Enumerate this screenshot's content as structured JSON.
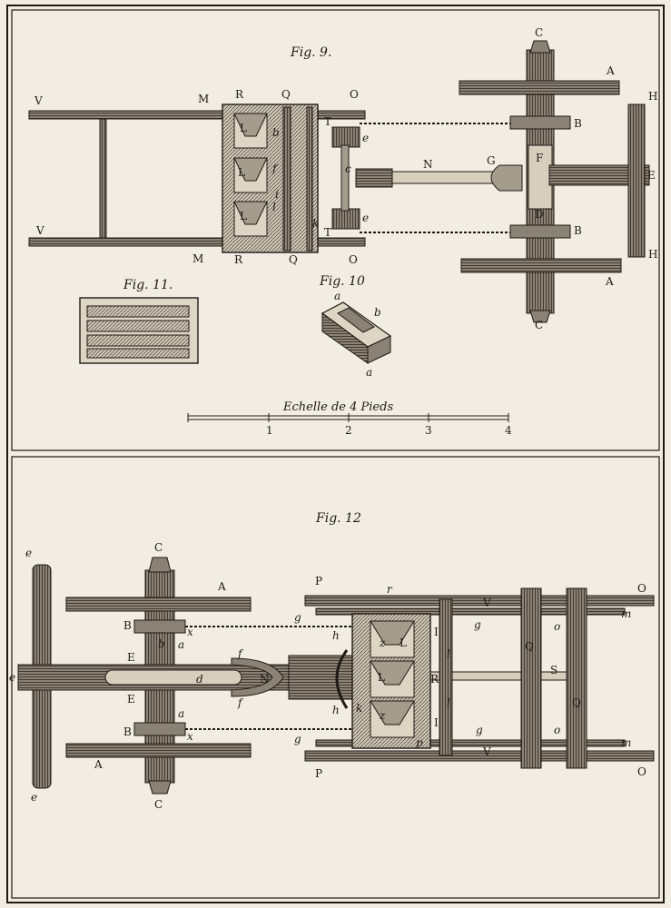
{
  "plate": {
    "colors": {
      "paper": "#f1ede2",
      "ink": "#1e1a15",
      "mid": "#6a6257",
      "light": "#b3ab9c"
    }
  },
  "fig9": {
    "title": "Fig. 9.",
    "labels": {
      "A": "A",
      "B": "B",
      "C": "C",
      "D": "D",
      "E": "E",
      "F": "F",
      "G": "G",
      "H": "H",
      "L": "L",
      "M": "M",
      "N": "N",
      "O": "O",
      "Q": "Q",
      "R": "R",
      "T": "T",
      "V": "V",
      "b": "b",
      "c": "c",
      "e": "e",
      "f": "f",
      "i": "i",
      "k": "k",
      "l": "l"
    }
  },
  "fig10": {
    "title": "Fig. 10",
    "labels": {
      "a": "a",
      "b": "b"
    }
  },
  "fig11": {
    "title": "Fig. 11."
  },
  "scale": {
    "caption": "Echelle de 4 Pieds",
    "ticks": [
      "1",
      "2",
      "3",
      "4"
    ]
  },
  "fig12": {
    "title": "Fig. 12",
    "labels": {
      "A": "A",
      "B": "B",
      "C": "C",
      "E": "E",
      "I": "I",
      "L": "L",
      "N": "N",
      "O": "O",
      "P": "P",
      "Q": "Q",
      "R": "R",
      "S": "S",
      "V": "V",
      "a": "a",
      "b": "b",
      "d": "d",
      "e": "e",
      "f": "f",
      "g": "g",
      "h": "h",
      "k": "k",
      "l": "l",
      "m": "m",
      "o": "o",
      "p": "p",
      "r": "r",
      "x": "x",
      "z": "z"
    }
  }
}
